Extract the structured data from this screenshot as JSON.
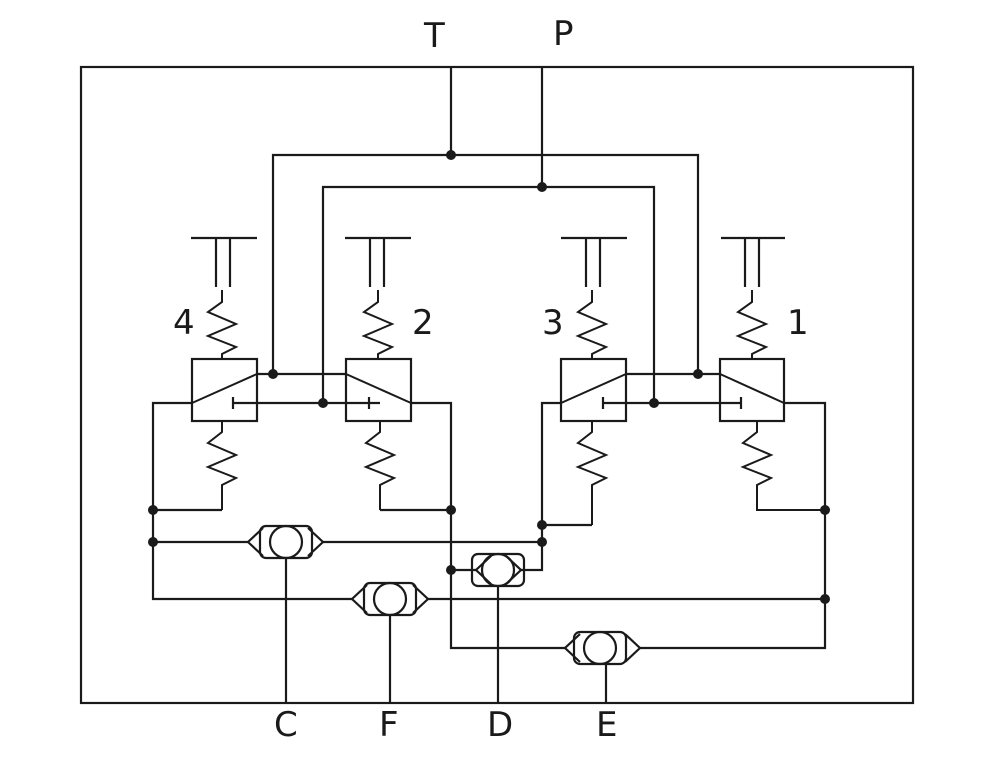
{
  "ports": {
    "top_left": "T",
    "top_right": "P",
    "bottom_1": "C",
    "bottom_2": "F",
    "bottom_3": "D",
    "bottom_4": "E"
  },
  "valves": {
    "valve_a": "4",
    "valve_b": "2",
    "valve_c": "3",
    "valve_d": "1"
  }
}
